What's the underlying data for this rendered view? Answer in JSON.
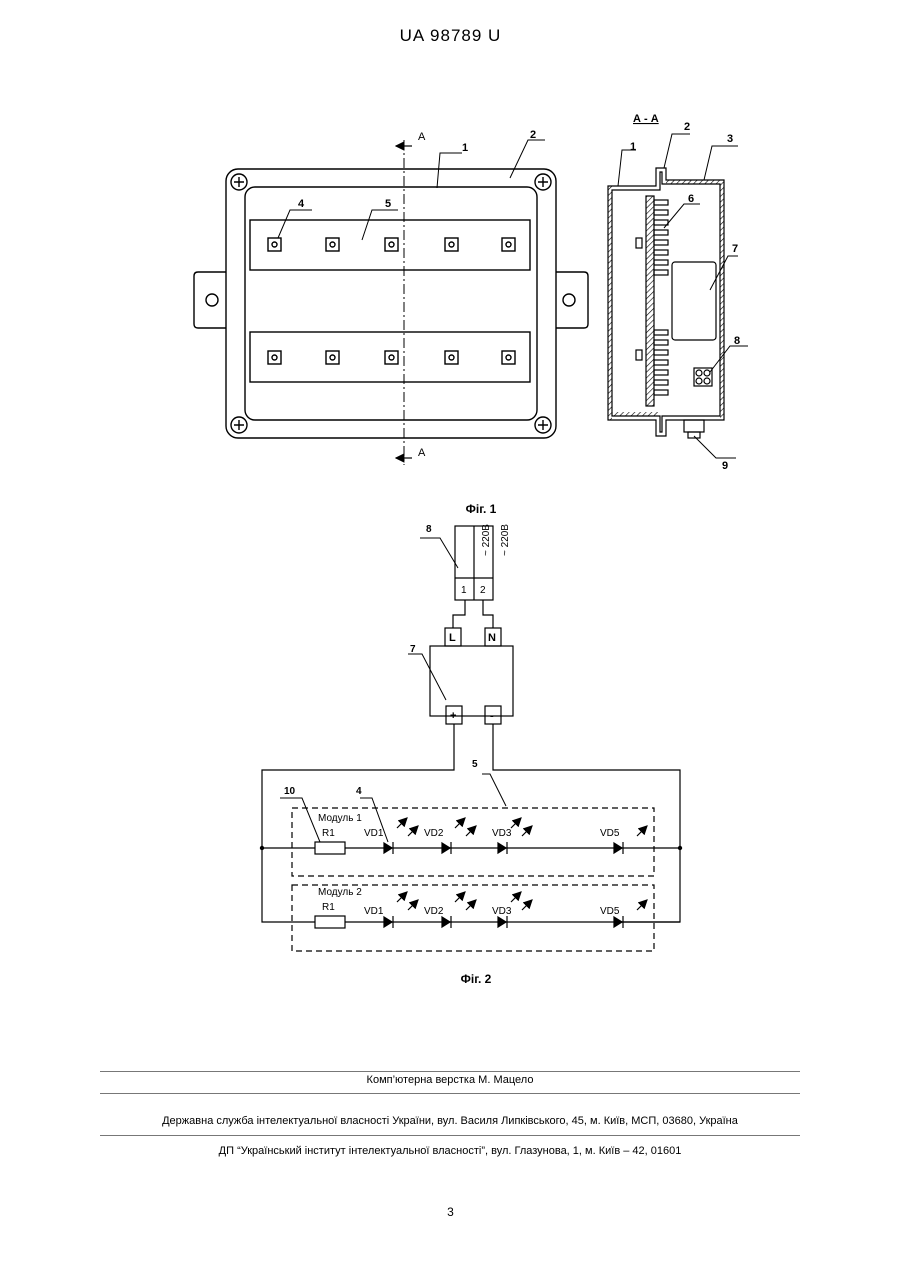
{
  "header": {
    "doc_number": "UA   98789   U"
  },
  "fig1": {
    "caption": "Фіг. 1",
    "section_title": "А - А",
    "section_marker": "А",
    "callouts": [
      "1",
      "2",
      "3",
      "4",
      "5",
      "6",
      "7",
      "8",
      "9"
    ]
  },
  "fig2": {
    "caption": "Фіг. 2",
    "terminal_labels": [
      "~ 220В",
      "~ 220В"
    ],
    "terminal_numbers": [
      "1",
      "2"
    ],
    "input_labels": [
      "L",
      "N"
    ],
    "output_labels": [
      "+",
      "-"
    ],
    "callouts": {
      "c8": "8",
      "c7": "7",
      "c5": "5",
      "c10": "10",
      "c4": "4"
    },
    "modules": [
      {
        "name": "Модуль 1",
        "resistor": "R1",
        "leds": [
          "VD1",
          "VD2",
          "VD3",
          "VD5"
        ]
      },
      {
        "name": "Модуль 2",
        "resistor": "R1",
        "leds": [
          "VD1",
          "VD2",
          "VD3",
          "VD5"
        ]
      }
    ]
  },
  "footer": {
    "layout_credit": "Комп’ютерна верстка М. Мацело",
    "agency": "Державна служба інтелектуальної власності України, вул. Василя Липківського, 45, м. Київ, МСП, 03680, Україна",
    "institute": "ДП “Український інститут інтелектуальної власності”, вул. Глазунова, 1, м. Київ – 42, 01601",
    "page_number": "3"
  }
}
